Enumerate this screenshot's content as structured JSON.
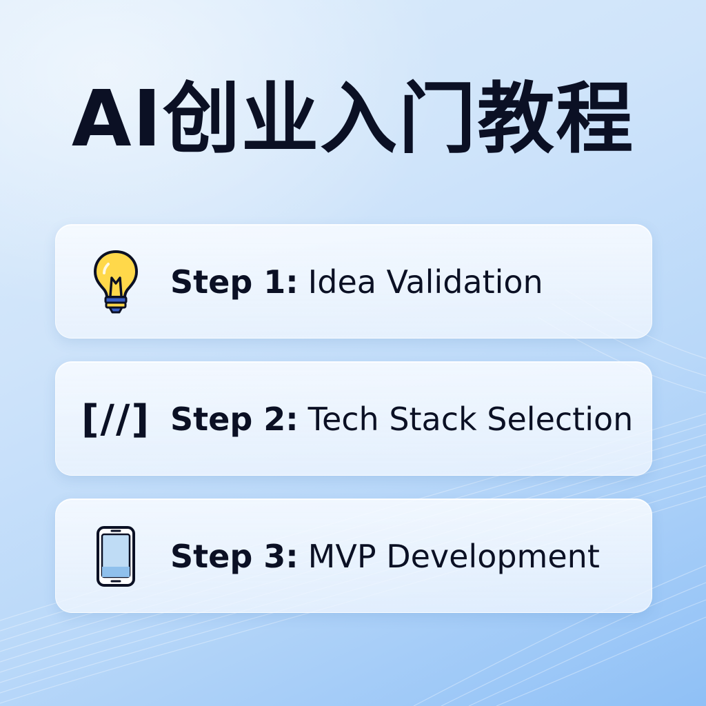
{
  "title": "AI创业入门教程",
  "steps": [
    {
      "label": "Step 1:",
      "name": "Idea Validation",
      "icon": "lightbulb-icon"
    },
    {
      "label": "Step 2:",
      "name": "Tech Stack Selection",
      "icon": "code-brackets-icon",
      "icon_text": "[//]"
    },
    {
      "label": "Step 3:",
      "name": "MVP Development",
      "icon": "mobile-phone-icon"
    }
  ],
  "colors": {
    "text": "#0b1024",
    "bulb": "#ffd84a",
    "bulb_base": "#3a5fc4",
    "phone_screen": "#bfdcf5"
  }
}
